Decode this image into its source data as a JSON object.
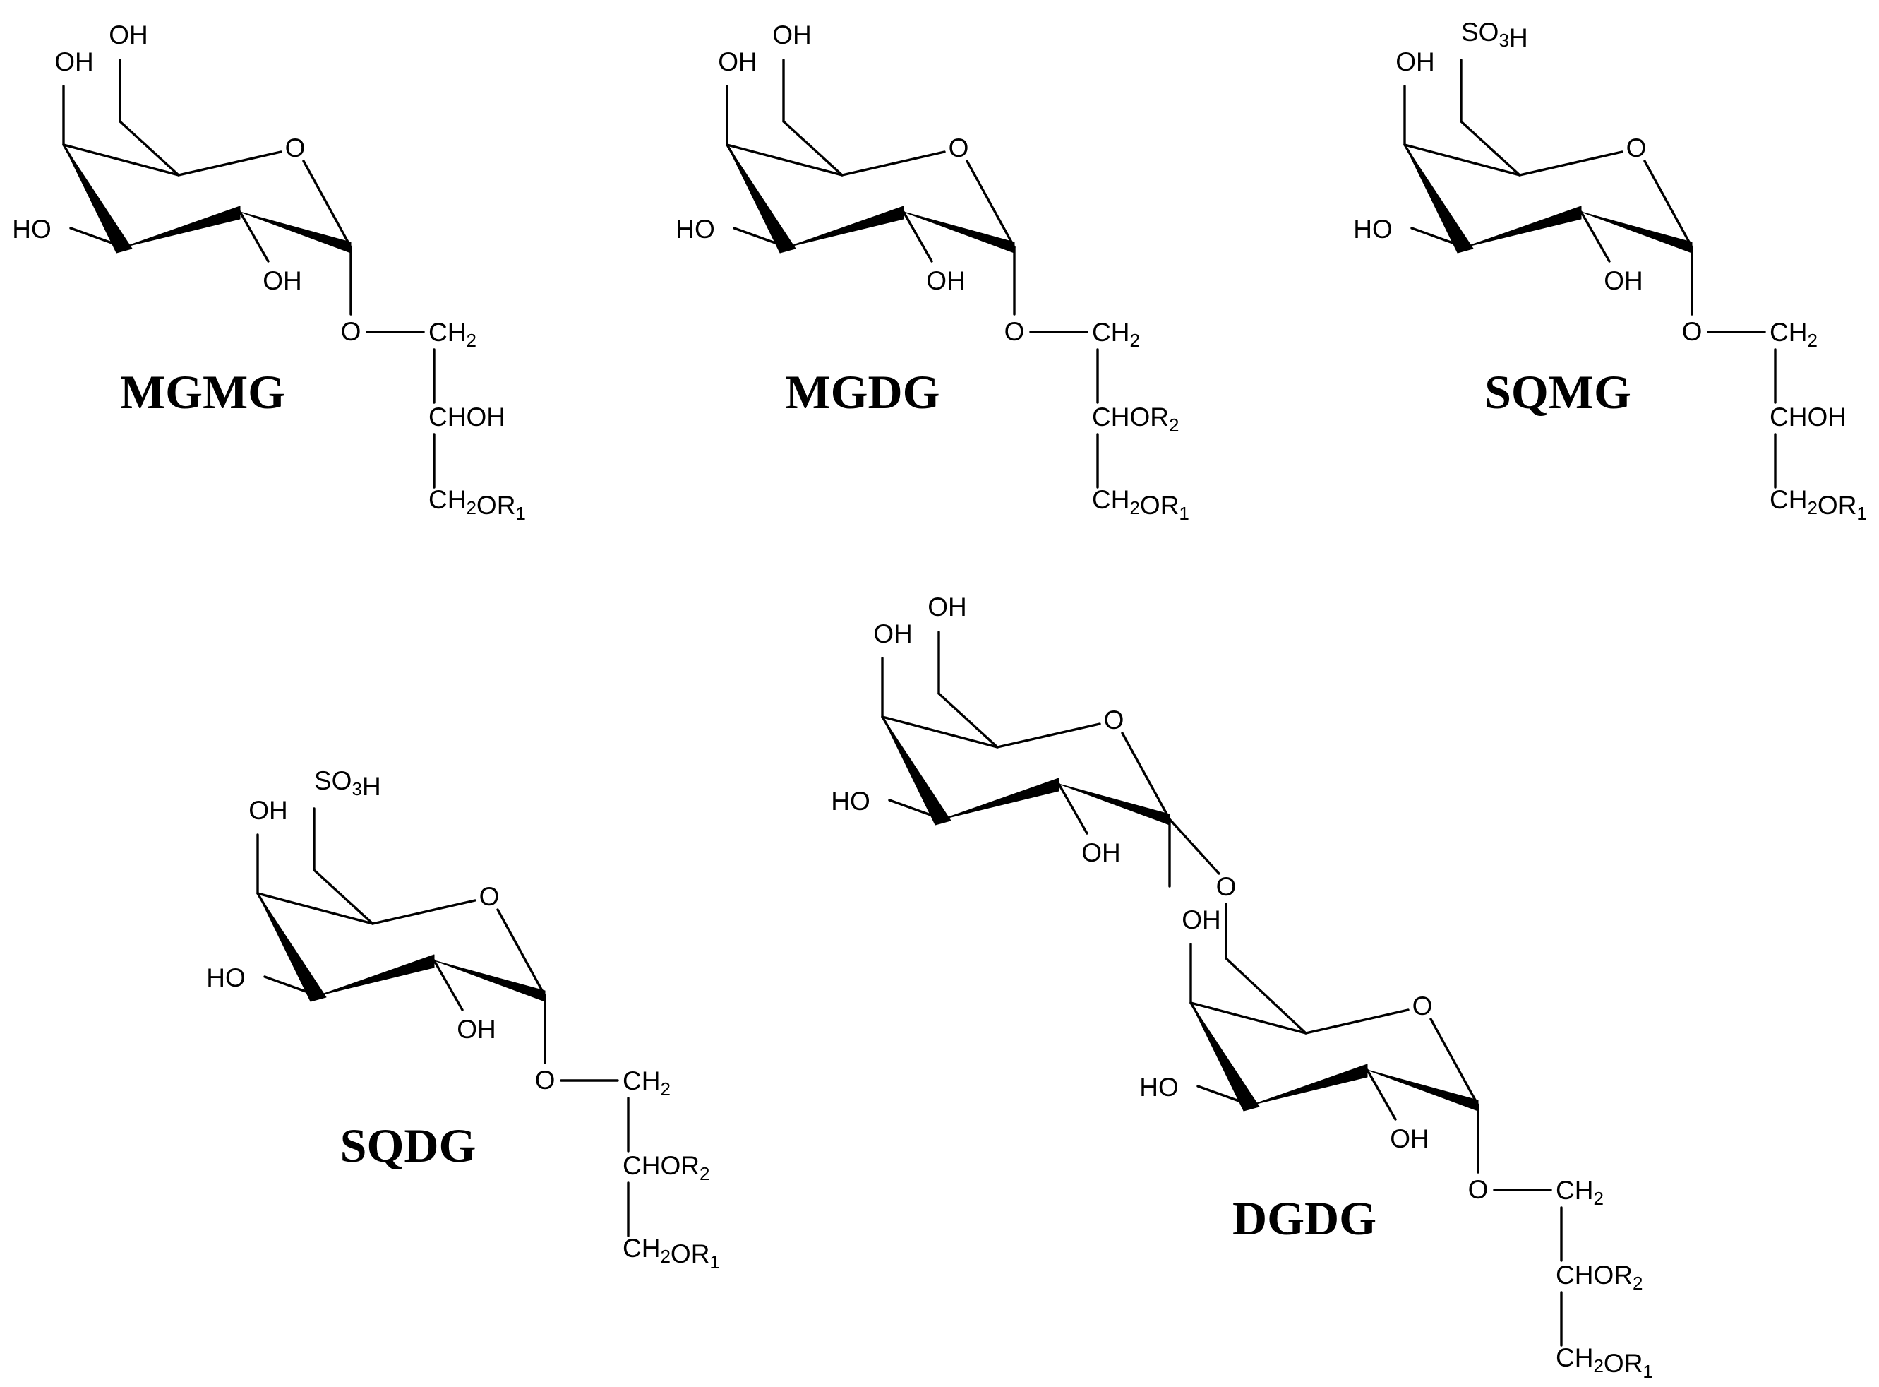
{
  "labels": {
    "OH": "OH",
    "HO": "HO",
    "O": "O",
    "SO": "SO",
    "sub3": "3",
    "H": "H",
    "CH": "CH",
    "sub2": "2",
    "CHOH": "CHOH",
    "CHOR": "CHOR",
    "OR": "OR",
    "sub1": "1"
  },
  "molecules": [
    {
      "name": "MGMG"
    },
    {
      "name": "MGDG"
    },
    {
      "name": "SQMG"
    },
    {
      "name": "SQDG"
    },
    {
      "name": "DGDG"
    }
  ]
}
